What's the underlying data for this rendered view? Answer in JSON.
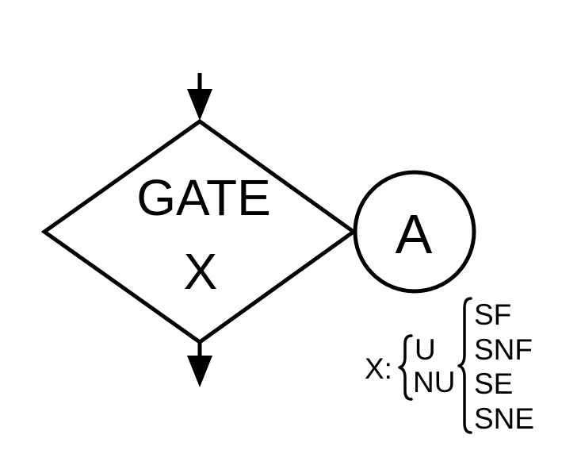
{
  "gate": {
    "title": "GATE",
    "variable": "X"
  },
  "connector": {
    "label": "A"
  },
  "legend": {
    "variable_label": "X:",
    "first_level": [
      "U",
      "NU"
    ],
    "second_level": [
      "SF",
      "SNF",
      "SE",
      "SNE"
    ]
  }
}
